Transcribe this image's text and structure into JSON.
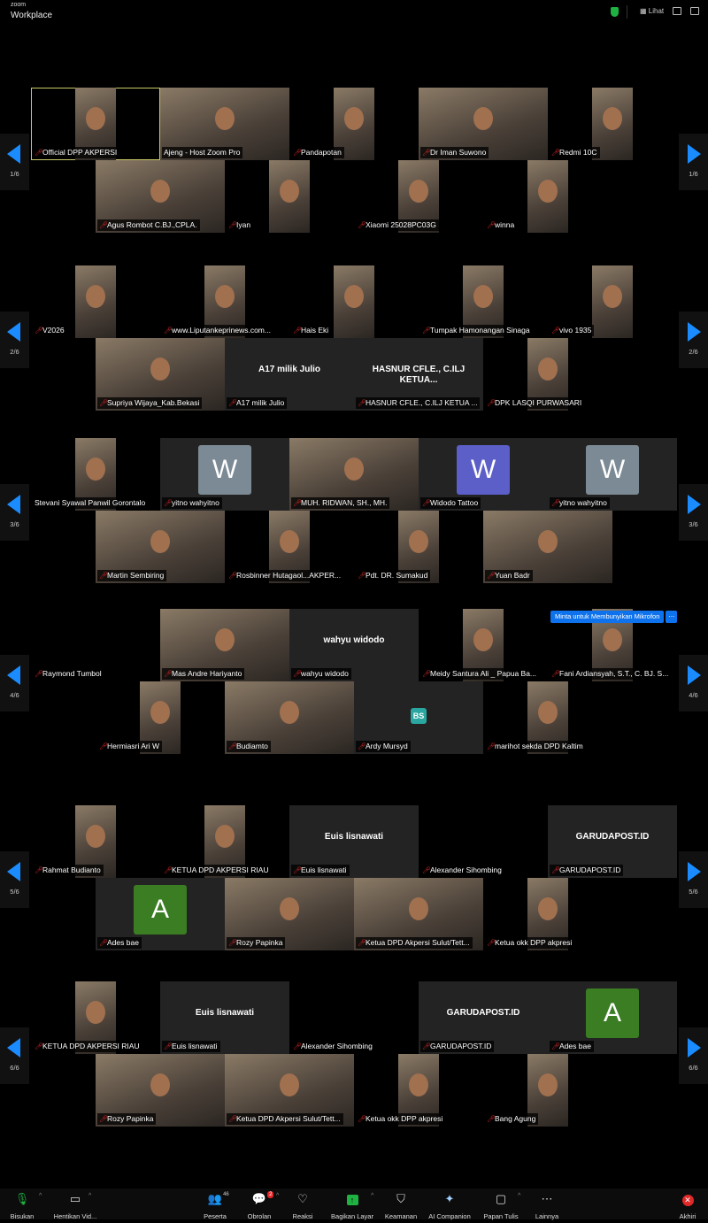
{
  "app": {
    "logo_top": "zoom",
    "logo_bottom": "Workplace",
    "view_label": "Lihat"
  },
  "tooltip": {
    "text": "Minta untuk Membunyikan Mikrofon",
    "more": "..."
  },
  "pages": [
    {
      "number": "1/6",
      "tiles": [
        {
          "name": "Official DPP AKPERSI",
          "video": "portrait",
          "active": true
        },
        {
          "name": "Ajeng - Host Zoom Pro",
          "video": "wide",
          "mic_off": false
        },
        {
          "name": "Pandapotan",
          "video": "portrait"
        },
        {
          "name": "Dr Iman Suwono",
          "video": "wide"
        },
        {
          "name": "Redmi 10C",
          "video": "portrait"
        },
        {
          "name": "Agus Rombot C.BJ.,CPLA.",
          "video": "wide"
        },
        {
          "name": "Iyan",
          "video": "portrait"
        },
        {
          "name": "Xiaomi 25028PC03G",
          "video": "portrait"
        },
        {
          "name": "winna",
          "video": "portrait"
        }
      ]
    },
    {
      "number": "2/6",
      "tiles": [
        {
          "name": "V2026",
          "video": "portrait"
        },
        {
          "name": "www.Liputankeprinews.com...",
          "video": "portrait"
        },
        {
          "name": "Hais Eki",
          "video": "portrait"
        },
        {
          "name": "Tumpak Hamonangan Sinaga",
          "video": "portrait"
        },
        {
          "name": "vivo 1935",
          "video": "portrait"
        },
        {
          "name": "Supriya Wijaya_Kab.Bekasi",
          "video": "wide"
        },
        {
          "name": "A17 milik Julio",
          "display": "A17 milik Julio"
        },
        {
          "name": "HASNUR CFLE., C.ILJ KETUA ...",
          "display": "HASNUR CFLE., C.ILJ KETUA..."
        },
        {
          "name": "DPK LASQI PURWASARI",
          "video": "portrait"
        }
      ]
    },
    {
      "number": "3/6",
      "tiles": [
        {
          "name": "Stevani Syawal Panwil Gorontalo",
          "video": "portrait",
          "mic_off": false
        },
        {
          "name": "yitno wahyitno",
          "avatar": "W",
          "avatar_color": "#7b8a94"
        },
        {
          "name": "MUH. RIDWAN, SH., MH.",
          "video": "wide"
        },
        {
          "name": "Widodo Tattoo",
          "avatar": "W",
          "avatar_color": "#5b5fc7"
        },
        {
          "name": "yitno wahyitno",
          "avatar": "W",
          "avatar_color": "#7b8a94"
        },
        {
          "name": "Martin Sembiring",
          "video": "wide"
        },
        {
          "name": "Rosbinner Hutagaol...AKPER...",
          "video": "portrait"
        },
        {
          "name": "Pdt. DR. Sumakud",
          "video": "portrait"
        },
        {
          "name": "Yuan Badr",
          "video": "wide"
        }
      ]
    },
    {
      "number": "4/6",
      "tiles": [
        {
          "name": "Raymond Tumbol"
        },
        {
          "name": "Mas Andre Hariyanto",
          "video": "wide"
        },
        {
          "name": "wahyu widodo",
          "display": "wahyu widodo"
        },
        {
          "name": "Meidy Santura Ali _ Papua Ba...",
          "video": "portrait"
        },
        {
          "name": "Fani Ardiansyah, S.T., C. BJ. S...",
          "video": "portrait"
        },
        {
          "name": "Hermiasri Ari W",
          "video": "portrait"
        },
        {
          "name": "Budiamto",
          "video": "wide"
        },
        {
          "name": "Ardy Mursyd",
          "avatar_small": "BS",
          "avatar_color": "#2aa7a0"
        },
        {
          "name": "marihot sekda DPD Kaltim",
          "video": "portrait"
        }
      ]
    },
    {
      "number": "5/6",
      "tiles": [
        {
          "name": "Rahmat Budianto",
          "video": "portrait"
        },
        {
          "name": "KETUA DPD AKPERSI RIAU",
          "video": "portrait"
        },
        {
          "name": "Euis lisnawati",
          "display": "Euis lisnawati"
        },
        {
          "name": "Alexander Sihombing"
        },
        {
          "name": "GARUDAPOST.ID",
          "display": "GARUDAPOST.ID"
        },
        {
          "name": "Ades bae",
          "avatar": "A",
          "avatar_color": "#3a7d23"
        },
        {
          "name": "Rozy Papinka",
          "video": "wide"
        },
        {
          "name": "Ketua DPD Akpersi Sulut/Tett...",
          "video": "wide"
        },
        {
          "name": "Ketua okk DPP akpresi",
          "video": "portrait"
        }
      ]
    },
    {
      "number": "6/6",
      "tiles": [
        {
          "name": "KETUA DPD AKPERSI RIAU",
          "video": "portrait"
        },
        {
          "name": "Euis lisnawati",
          "display": "Euis lisnawati"
        },
        {
          "name": "Alexander Sihombing"
        },
        {
          "name": "GARUDAPOST.ID",
          "display": "GARUDAPOST.ID"
        },
        {
          "name": "Ades bae",
          "avatar": "A",
          "avatar_color": "#3a7d23"
        },
        {
          "name": "Rozy Papinka",
          "video": "wide"
        },
        {
          "name": "Ketua DPD Akpersi Sulut/Tett...",
          "video": "wide"
        },
        {
          "name": "Ketua okk DPP akpresi",
          "video": "portrait"
        },
        {
          "name": "Bang Agung",
          "video": "portrait"
        }
      ]
    }
  ],
  "toolbar": {
    "mute": "Bisukan",
    "video": "Hentikan Vid...",
    "participants": "Peserta",
    "participants_count": "46",
    "chat": "Obrolan",
    "chat_badge": "2",
    "reactions": "Reaksi",
    "share": "Bagikan Layar",
    "security": "Keamanan",
    "ai": "AI Companion",
    "whiteboard": "Papan Tulis",
    "more": "Lainnya",
    "end": "Akhiri"
  },
  "colors": {
    "accent": "#1a8cff",
    "share": "#1fb141",
    "end": "#e02828"
  }
}
